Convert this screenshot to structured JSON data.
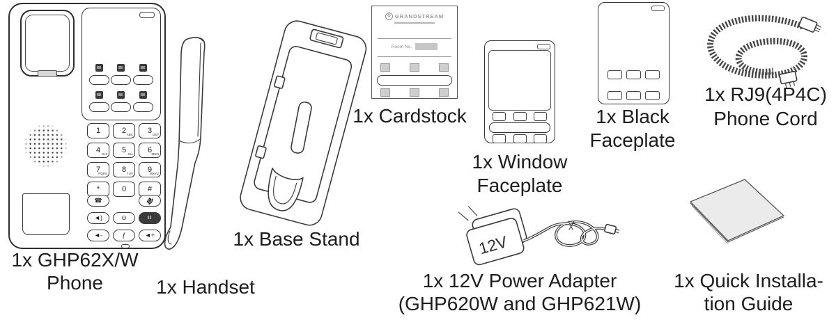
{
  "canvas": {
    "background": "#ffffff",
    "stroke_color": "#3a3a3a",
    "label_color": "#1d1d1d",
    "fill_gray": "#d9d9d9"
  },
  "labels": {
    "phone_line1": "1x GHP62X/W",
    "phone_line2": "Phone",
    "handset": "1x Handset",
    "base_stand": "1x Base Stand",
    "cardstock": "1x Cardstock",
    "window_faceplate_line1": "1x Window",
    "window_faceplate_line2": "Faceplate",
    "black_faceplate_line1": "1x Black",
    "black_faceplate_line2": "Faceplate",
    "phone_cord_line1": "1x RJ9(4P4C)",
    "phone_cord_line2": "Phone Cord",
    "power_adapter_line1": "1x 12V Power Adapter",
    "power_adapter_line2": "(GHP620W and GHP621W)",
    "quick_guide_line1": "1x Quick Installa-",
    "quick_guide_line2": "tion Guide"
  },
  "phone": {
    "keypad": [
      {
        "d": "1",
        "l": ""
      },
      {
        "d": "2",
        "l": "ABC"
      },
      {
        "d": "3",
        "l": "DEF"
      },
      {
        "d": "4",
        "l": "GHI"
      },
      {
        "d": "5",
        "l": "JKL"
      },
      {
        "d": "6",
        "l": "MNO"
      },
      {
        "d": "7",
        "l": "PQRS"
      },
      {
        "d": "8",
        "l": "TUV"
      },
      {
        "d": "9",
        "l": "WXYZ"
      },
      {
        "d": "*",
        "l": ""
      },
      {
        "d": "0",
        "l": ""
      },
      {
        "d": "#",
        "l": ""
      }
    ],
    "control_rows": [
      [
        {
          "name": "offhook-key",
          "glyph": "☎"
        },
        null,
        {
          "name": "onhook-key",
          "glyph": "☎",
          "flip": true
        }
      ],
      [
        {
          "name": "speaker-key",
          "glyph": "◄)"
        },
        {
          "name": "redial-key",
          "glyph": "⊙"
        },
        {
          "name": "hold-key",
          "glyph": "II",
          "dark": true
        }
      ],
      [
        {
          "name": "volume-down-key",
          "glyph": "◄-"
        },
        {
          "name": "mute-key",
          "glyph": "ƒ"
        },
        {
          "name": "volume-up-key",
          "glyph": "◄+"
        }
      ]
    ],
    "service_key_count": 6
  },
  "cardstock": {
    "logo_mark": "G",
    "logo_text": "GRANDSTREAM",
    "room_label": "Room No."
  },
  "power_adapter": {
    "plug_text": "12V"
  }
}
